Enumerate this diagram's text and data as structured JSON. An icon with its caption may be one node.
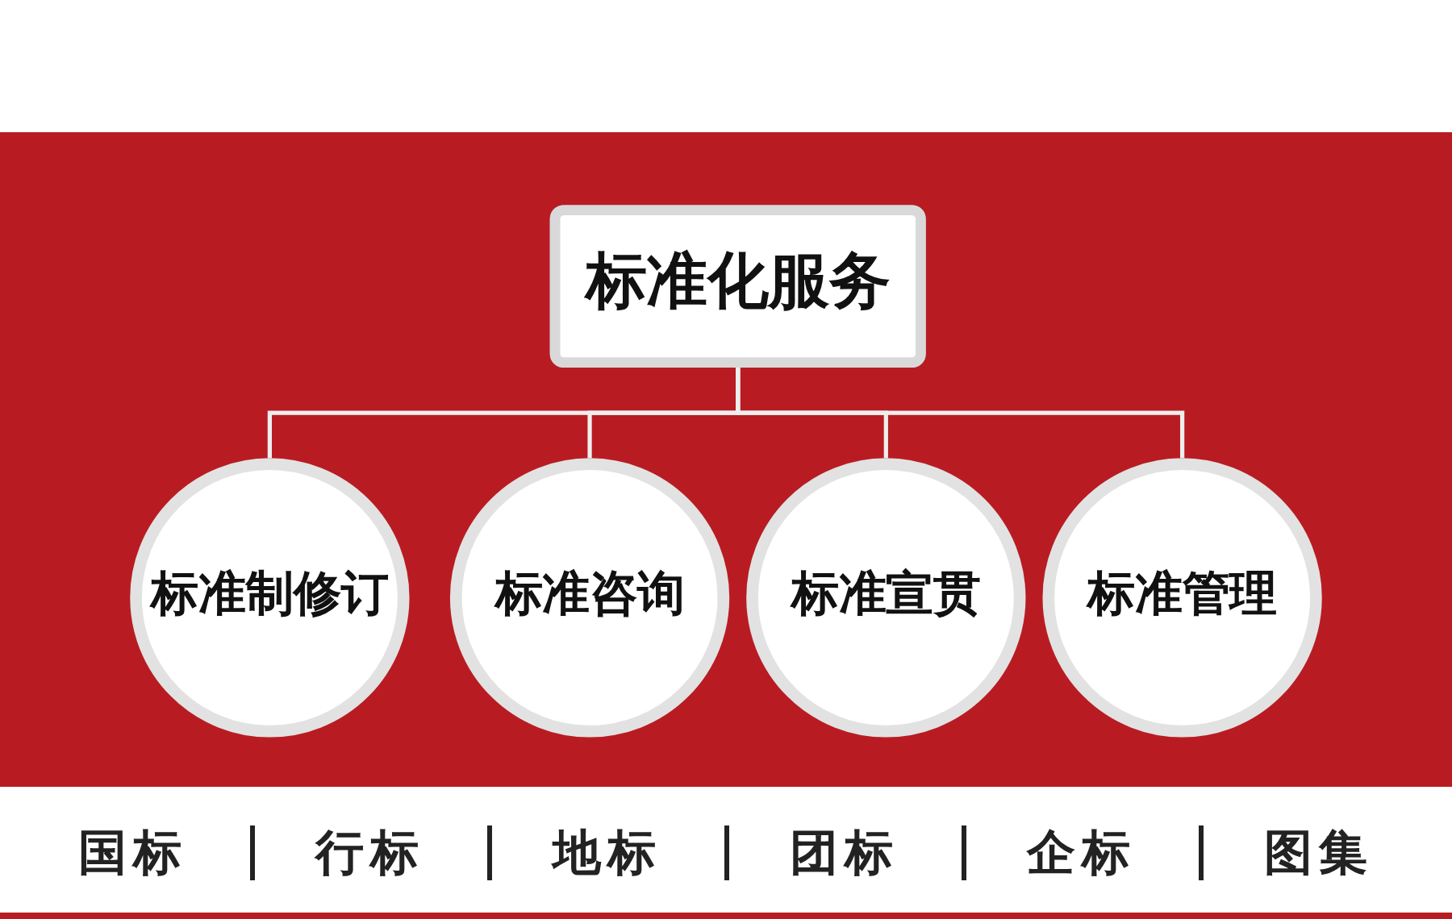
{
  "diagram": {
    "nodes": [
      {
        "text": [
          "标准化服务"
        ]
      },
      {
        "text": [
          "标准制修订"
        ]
      },
      {
        "text": [
          "标准咨询"
        ]
      },
      {
        "text": [
          "标准宣贯"
        ]
      },
      {
        "text": [
          "标准管理"
        ]
      }
    ],
    "edges": [
      {
        "from": 0,
        "to": 1,
        "arrow": "none"
      },
      {
        "from": 0,
        "to": 2,
        "arrow": "none"
      },
      {
        "from": 0,
        "to": 3,
        "arrow": "none"
      },
      {
        "from": 0,
        "to": 4,
        "arrow": "none"
      }
    ],
    "labels": [
      "国标",
      "行标",
      "地标",
      "团标",
      "企标",
      "图集"
    ]
  }
}
